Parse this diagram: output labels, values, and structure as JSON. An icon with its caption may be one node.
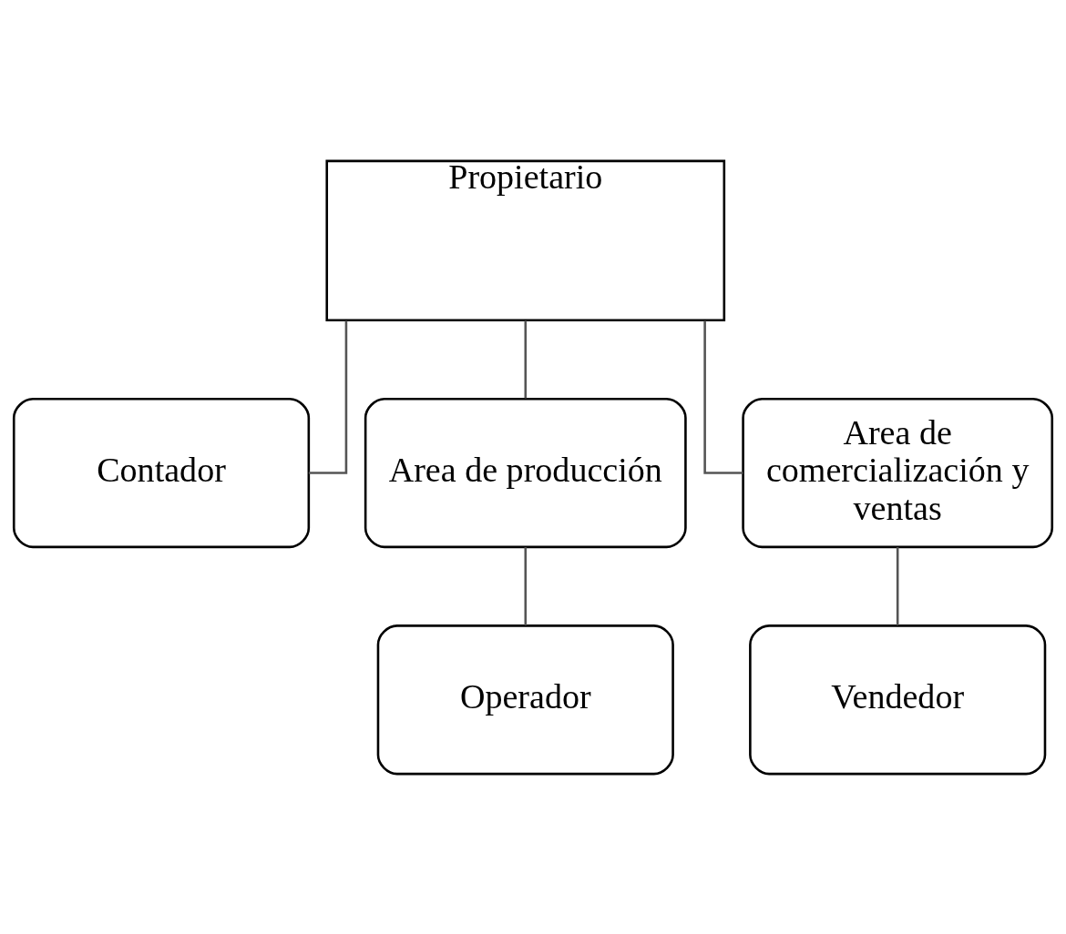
{
  "diagram": {
    "nodes": [
      {
        "text": [
          "Propietario"
        ]
      },
      {
        "text": [
          "Contador"
        ]
      },
      {
        "text": [
          "Area de producción"
        ]
      },
      {
        "text": [
          "Area de comercialización y ventas"
        ]
      },
      {
        "text": [
          "Operador"
        ]
      },
      {
        "text": [
          "Vendedor"
        ]
      }
    ],
    "edges": [
      {
        "from": 0,
        "to": 1,
        "arrow": "none"
      },
      {
        "from": 0,
        "to": 2,
        "arrow": "none"
      },
      {
        "from": 0,
        "to": 3,
        "arrow": "none"
      },
      {
        "from": 2,
        "to": 4,
        "arrow": "none"
      },
      {
        "from": 3,
        "to": 5,
        "arrow": "none"
      }
    ]
  }
}
